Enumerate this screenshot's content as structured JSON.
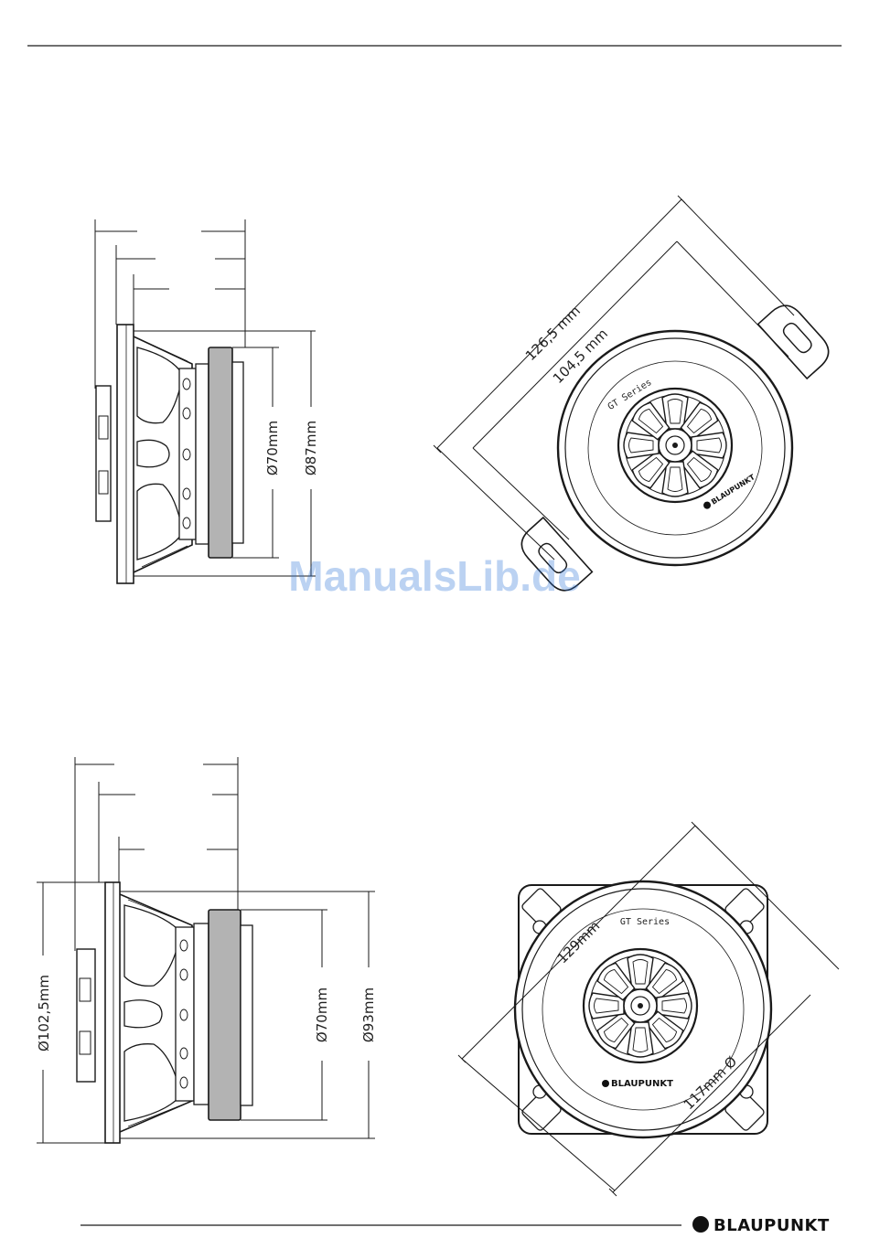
{
  "diagram1": {
    "side": {
      "diameter_inner": "Ø70mm",
      "diameter_outer": "Ø87mm"
    },
    "front": {
      "dim_mounting": "126,5 mm",
      "dim_cutout": "104,5 mm",
      "series_label": "GT Series",
      "brand": "BLAUPUNKT"
    }
  },
  "diagram2": {
    "side": {
      "diameter_flange": "Ø102,5mm",
      "diameter_inner": "Ø70mm",
      "diameter_outer": "Ø93mm"
    },
    "front": {
      "dim_mounting": "129mm",
      "dim_cutout": "117mm Ø",
      "series_label": "GT Series",
      "brand": "BLAUPUNKT"
    }
  },
  "watermark": "ManualsLib.de",
  "footer": {
    "logo_text": "BLAUPUNKT"
  }
}
